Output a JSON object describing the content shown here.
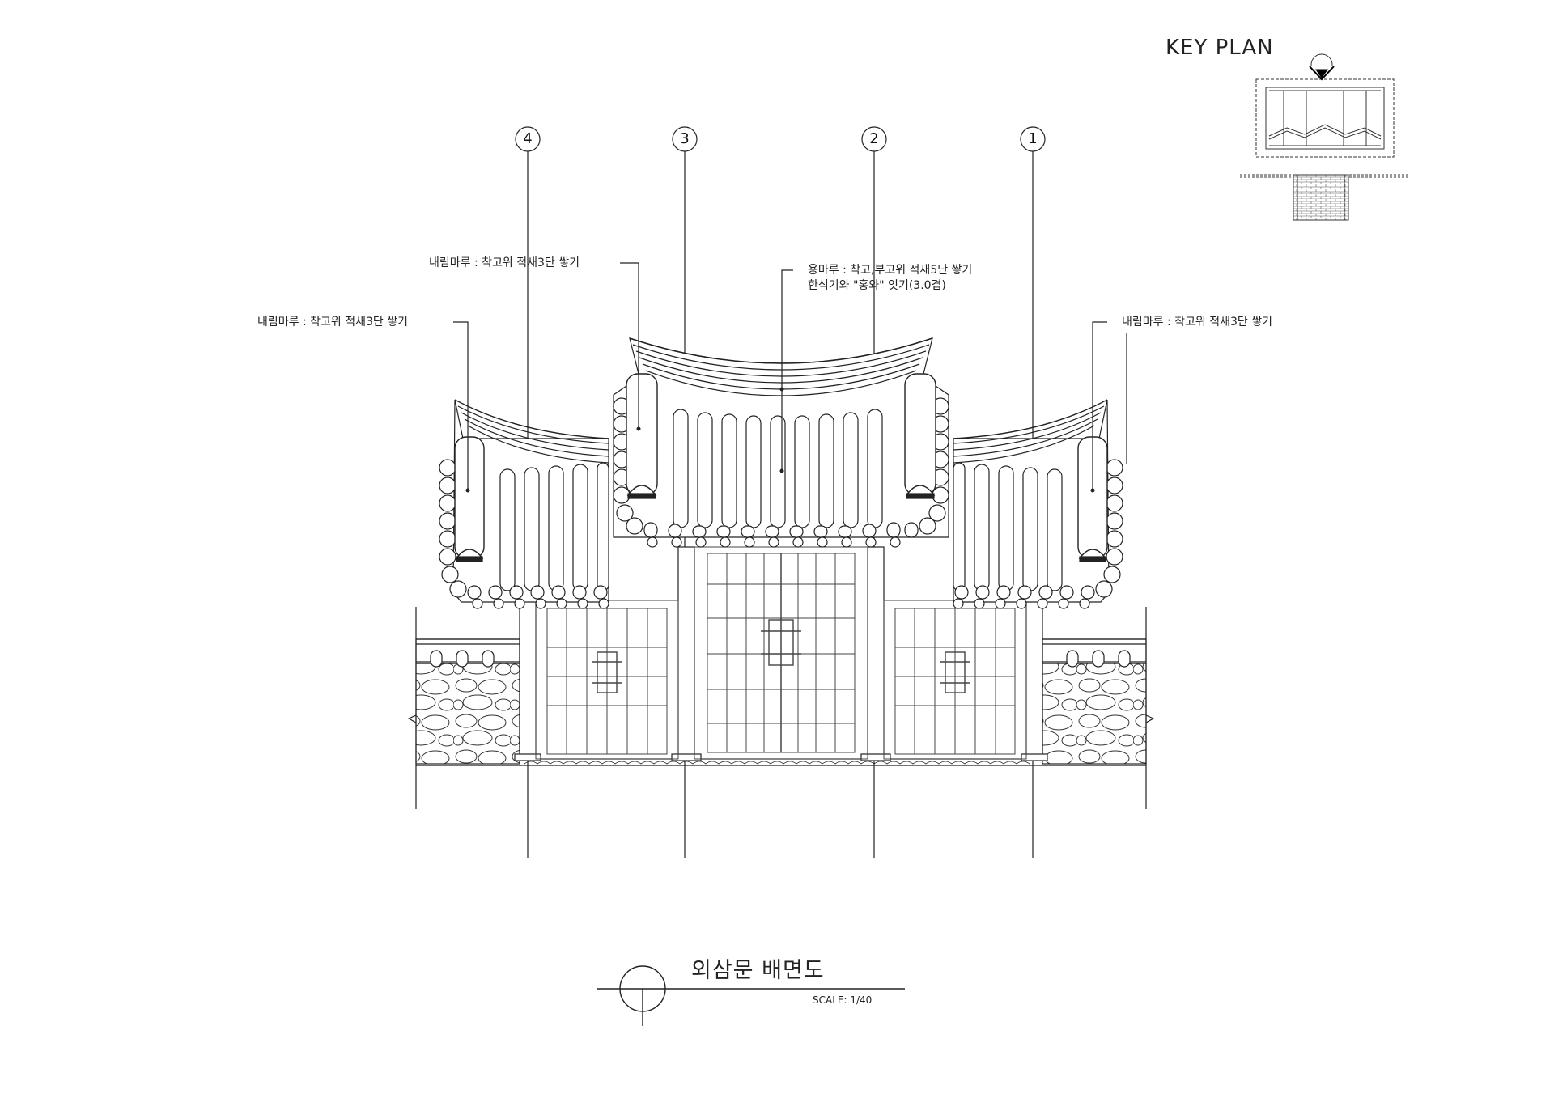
{
  "key_plan": {
    "title": "KEY PLAN"
  },
  "grid": {
    "axes": [
      "4",
      "3",
      "2",
      "1"
    ]
  },
  "callouts": {
    "top_left": "내림마루 : 착고위 적새3단 쌓기",
    "left": "내림마루 : 착고위 적새3단 쌓기",
    "center_line1": "용마루 : 착고,부고위 적새5단 쌓기",
    "center_line2": "한식기와 \"홍와\" 잇기(3.0겹)",
    "right": "내림마루 : 착고위 적새3단 쌓기"
  },
  "drawing_title": {
    "name": "외삼문 배면도",
    "scale": "SCALE: 1/40"
  }
}
